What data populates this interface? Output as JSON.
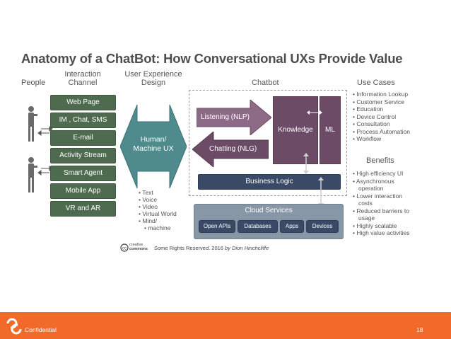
{
  "title": "Anatomy of a ChatBot: How Conversational UXs Provide Value",
  "columns": {
    "people": "People",
    "interaction_channel": [
      "Interaction",
      "Channel"
    ],
    "ux_design": [
      "User Experience",
      "Design"
    ],
    "chatbot": "Chatbot",
    "use_cases": "Use Cases"
  },
  "channels": [
    "Web Page",
    "IM , Chat, SMS",
    "E-mail",
    "Activity Stream",
    "Smart Agent",
    "Mobile App",
    "VR and AR"
  ],
  "ux": {
    "label": [
      "Human/",
      "Machine UX"
    ],
    "items": [
      "Text",
      "Voice",
      "Video",
      "Virtual World",
      "Mind/",
      "machine"
    ]
  },
  "chatbot": {
    "listening": "Listening (NLP)",
    "chatting": "Chatting (NLG)",
    "knowledge": "Knowledge",
    "ml": "ML",
    "business_logic": "Business Logic"
  },
  "cloud": {
    "title": "Cloud Services",
    "items": [
      "Open APIs",
      "Databases",
      "Apps",
      "Devices"
    ]
  },
  "use_cases": [
    "Information Lookup",
    "Customer Service",
    "Education",
    "Device Control",
    "Consultation",
    "Process Automation",
    "Workflow"
  ],
  "benefits": {
    "title": "Benefits",
    "items": [
      "High efficiency UI",
      "Asynchronous",
      "operation",
      "Lower interaction",
      "costs",
      "Reduced barriers to",
      "usage",
      "Highly scalable",
      "High value activities"
    ]
  },
  "credit": {
    "cc_line1": "creative",
    "cc_line2": "commons",
    "text": "Some Rights Reserved. 2016",
    "author": "by Dion Hinchcliffe"
  },
  "footer": {
    "confidential": "Confidential",
    "page": "18"
  },
  "colors": {
    "channel_green": "#4f6b4f",
    "ux_teal": "#4f8a8c",
    "purple": "#6b4b66",
    "navy": "#3a4a66",
    "cloud_gray": "#8797a6",
    "footer_orange": "#f26a2a"
  }
}
